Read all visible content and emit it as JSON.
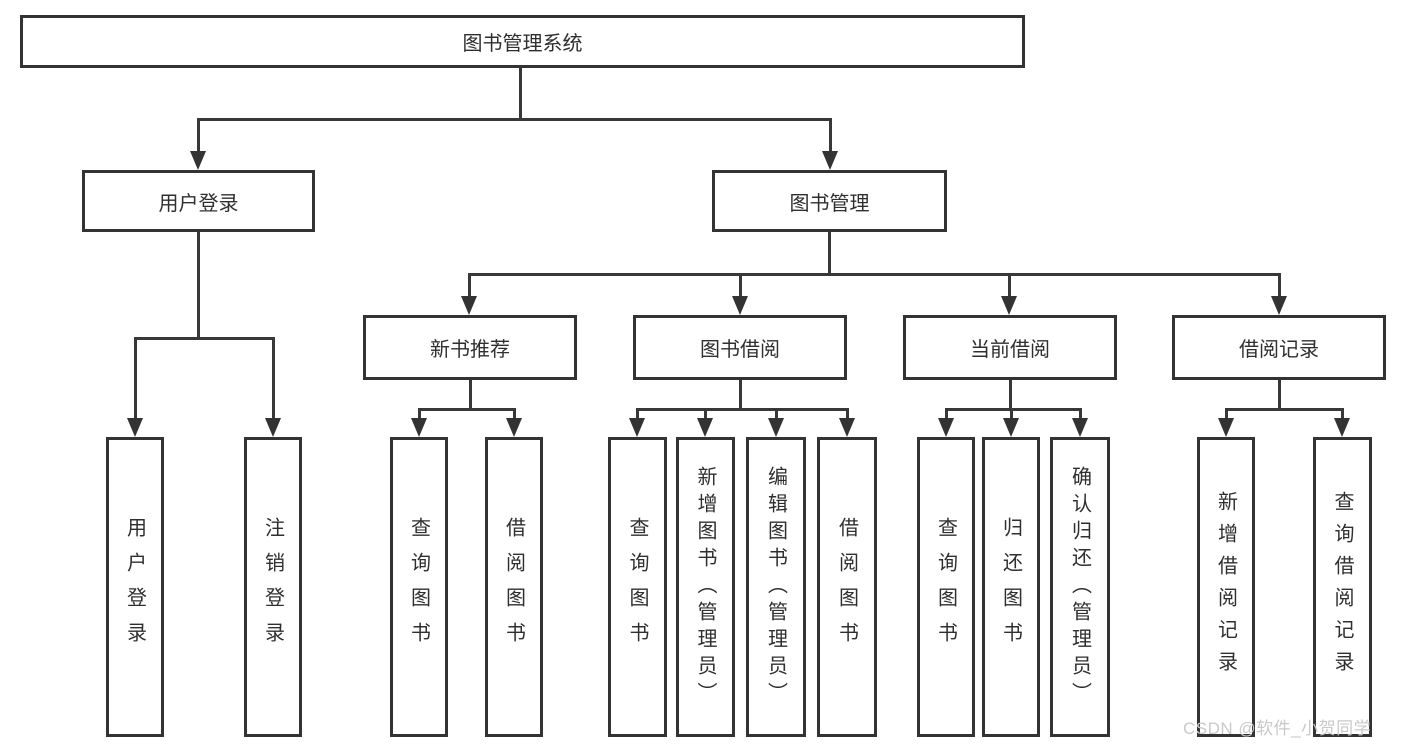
{
  "tree": {
    "root": {
      "label": "图书管理系统"
    },
    "branches": [
      {
        "label": "用户登录",
        "children": [
          {
            "label": "用户登录"
          },
          {
            "label": "注销登录"
          }
        ]
      },
      {
        "label": "图书管理",
        "children": [
          {
            "label": "新书推荐",
            "children": [
              {
                "label": "查询图书"
              },
              {
                "label": "借阅图书"
              }
            ]
          },
          {
            "label": "图书借阅",
            "children": [
              {
                "label": "查询图书"
              },
              {
                "label": "新增图书（管理员）"
              },
              {
                "label": "编辑图书（管理员）"
              },
              {
                "label": "借阅图书"
              }
            ]
          },
          {
            "label": "当前借阅",
            "children": [
              {
                "label": "查询图书"
              },
              {
                "label": "归还图书"
              },
              {
                "label": "确认归还（管理员）"
              }
            ]
          },
          {
            "label": "借阅记录",
            "children": [
              {
                "label": "新增借阅记录"
              },
              {
                "label": "查询借阅记录"
              }
            ]
          }
        ]
      }
    ]
  },
  "watermark": {
    "text": "CSDN @软件_小贺同学"
  },
  "colors": {
    "line": "#333333",
    "box_border": "#333333",
    "text": "#2f2f2f",
    "watermark": "#c9c9c9",
    "background": "#ffffff"
  }
}
